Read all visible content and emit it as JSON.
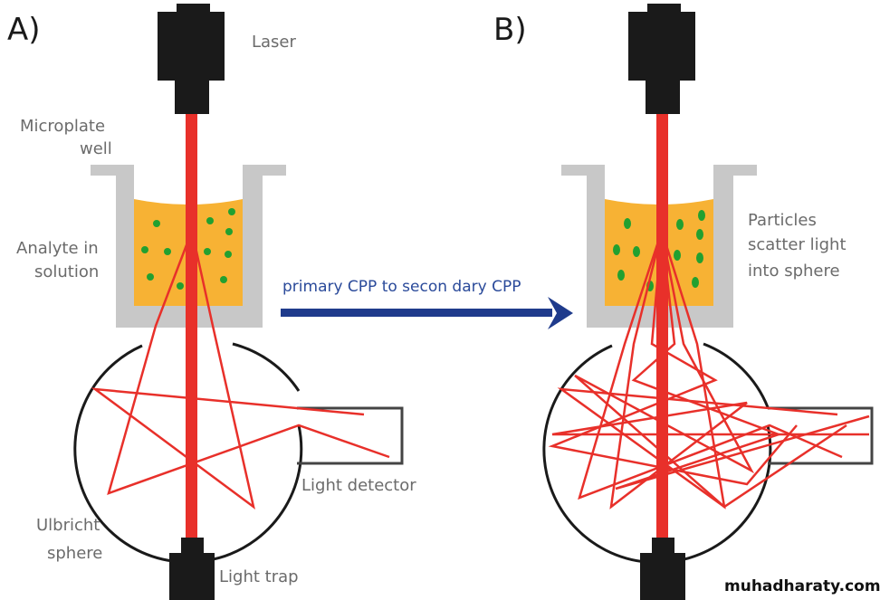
{
  "panels": {
    "a": {
      "label": "A)",
      "laser_label": "Laser",
      "well_label_line1": "Microplate",
      "well_label_line2": "well",
      "analyte_label_line1": "Analyte in",
      "analyte_label_line2": "solution",
      "detector_label": "Light detector",
      "sphere_label_line1": "Ulbricht",
      "sphere_label_line2": "sphere",
      "trap_label": "Light trap"
    },
    "b": {
      "label": "B)",
      "particles_label_line1": "Particles",
      "particles_label_line2": "scatter light",
      "particles_label_line3": "into sphere"
    }
  },
  "arrow": {
    "label": "primary CPP to secon dary CPP"
  },
  "watermark": "muhadharaty.com",
  "colors": {
    "laser_beam": "#e8302a",
    "device": "#1a1a1a",
    "well": "#c8c8c8",
    "solution": "#f7b234",
    "particle": "#22a030",
    "arrow": "#1f3b8c",
    "sphere_outline": "#1a1a1a"
  }
}
